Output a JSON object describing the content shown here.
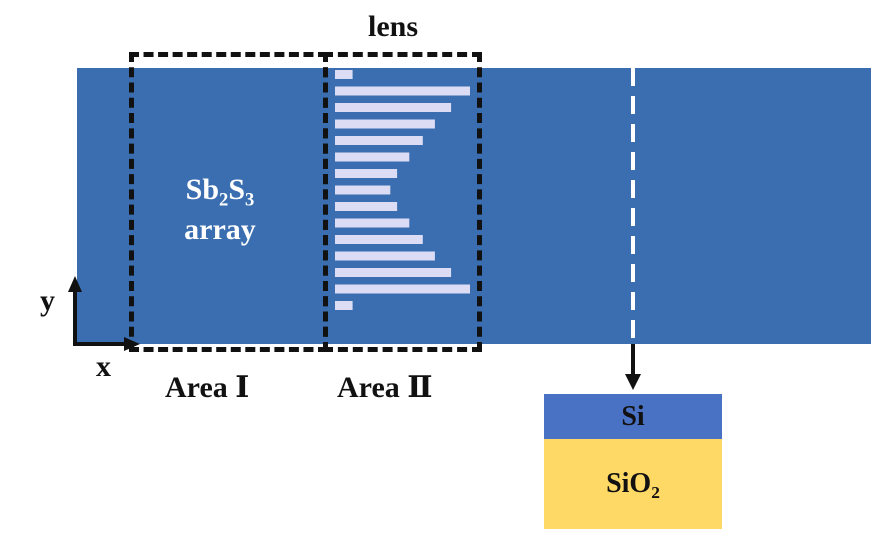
{
  "colors": {
    "waveguide": "#3a6eb0",
    "lens_bars": "#dcdcf4",
    "si_layer": "#4a72c4",
    "sio2_layer": "#ffd966",
    "outline": "#111111"
  },
  "labels": {
    "lens": "lens",
    "array_line1_base": "Sb",
    "array_line1_sub1": "2",
    "array_line1_mid": "S",
    "array_line1_sub2": "3",
    "array_line2": "array",
    "area1": "Area Ⅰ",
    "area2": "Area Ⅱ",
    "axis_y": "y",
    "axis_x": "x",
    "si": "Si",
    "sio2_base": "SiO",
    "sio2_sub": "2"
  },
  "lens_bars_relative_length": [
    0.13,
    1.0,
    0.86,
    0.74,
    0.65,
    0.55,
    0.46,
    0.41,
    0.46,
    0.55,
    0.65,
    0.74,
    0.86,
    1.0,
    0.13
  ],
  "icons": [
    "axis-arrow-icon",
    "cross-section-arrow-icon"
  ]
}
